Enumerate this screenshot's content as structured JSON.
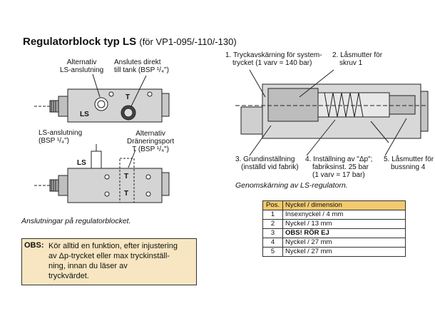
{
  "title": "Regulatorblock typ LS",
  "subtitle": "(för VP1-095/-110/-130)",
  "left_top": {
    "alt_ls": [
      "Alternativ",
      "LS-anslutning"
    ],
    "tank": [
      "Anslutes direkt",
      "till tank (BSP ¹/₄\")"
    ],
    "ls_letter": "LS",
    "t_letter": "T"
  },
  "left_bottom": {
    "ls_conn": [
      "LS-anslutning",
      "(BSP ¹/₄\")"
    ],
    "drain": [
      "Alternativ",
      "Dräneringsport",
      "T (BSP ¹/₄\")"
    ],
    "ls_letter": "LS",
    "t_letter_1": "T",
    "t_letter_2": "T"
  },
  "left_caption": "Anslutningar på regulatorblocket.",
  "right_labels": {
    "l1": [
      "1. Tryckavskärning för system-",
      "trycket  (1 varv = 140 bar)"
    ],
    "l2": [
      "2. Låsmutter för",
      "skruv 1"
    ],
    "l3": [
      "3. Grundinställning",
      "(inställd vid fabrik)"
    ],
    "l4": [
      "4. Inställning av \"Δp\";",
      "fabriksinst.  25 bar",
      "(1 varv = 17 bar)"
    ],
    "l5": [
      "5. Låsmutter för",
      "bussning 4"
    ]
  },
  "right_caption": "Genomskärning av LS-regulatorn.",
  "obs": {
    "label": "OBS:",
    "lines": [
      "Kör alltid en funktion, efter injustering",
      "av Δp-trycket eller max tryckinställ-",
      "ning, innan du läser av",
      "tryckvärdet."
    ]
  },
  "table": {
    "headers": [
      "Pos.",
      "Nyckel / dimension"
    ],
    "rows": [
      [
        "1",
        "Insexnyckel / 4 mm"
      ],
      [
        "2",
        "Nyckel / 13 mm"
      ],
      [
        "3",
        "OBS! RÖR EJ"
      ],
      [
        "4",
        "Nyckel / 27 mm"
      ],
      [
        "5",
        "Nyckel / 27 mm"
      ]
    ]
  },
  "colors": {
    "block_fill": "#d4d4d4",
    "obs_fill": "#f7e6c1",
    "table_header": "#f2c96e"
  }
}
